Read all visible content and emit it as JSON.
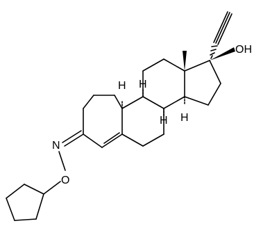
{
  "molecule": {
    "labels": {
      "oh": "OH",
      "n": "N",
      "o": "O",
      "h_c8": "H",
      "h_c9": "H",
      "h_c10": "H",
      "h_c14": "H"
    },
    "colors": {
      "bond": "#000000",
      "background": "#ffffff"
    }
  }
}
